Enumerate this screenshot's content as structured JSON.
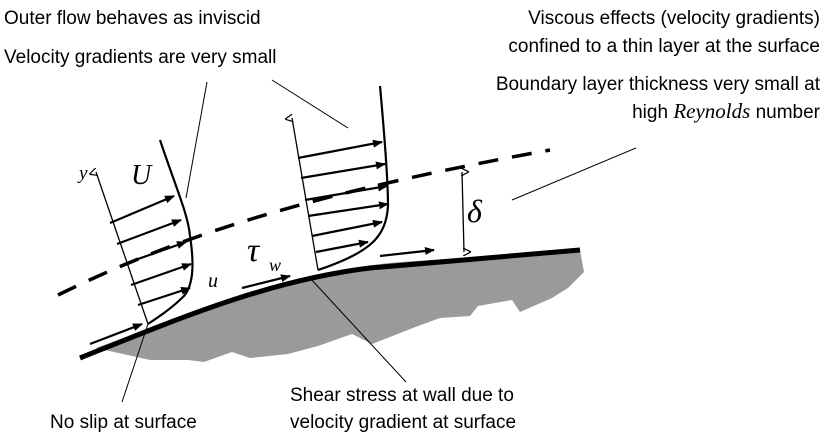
{
  "labels": {
    "outer_flow": "Outer flow behaves as inviscid",
    "velocity_small": "Velocity gradients are very small",
    "viscous_line1": "Viscous effects (velocity gradients)",
    "viscous_line2": "confined to a thin layer at the surface",
    "thickness_line1": "Boundary layer thickness very small at",
    "thickness_prefix": "high",
    "thickness_reynolds": "Reynolds",
    "thickness_suffix": "number",
    "shear_line1": "Shear stress at wall due to",
    "shear_line2": "velocity gradient at surface",
    "no_slip": "No slip at surface"
  },
  "symbols": {
    "y": "y",
    "U": "U",
    "u": "u",
    "tau": "τ",
    "tau_sub": "w",
    "delta": "δ"
  },
  "colors": {
    "ink": "#000000",
    "wall_fill": "#9a9a9a",
    "background": "#ffffff"
  }
}
